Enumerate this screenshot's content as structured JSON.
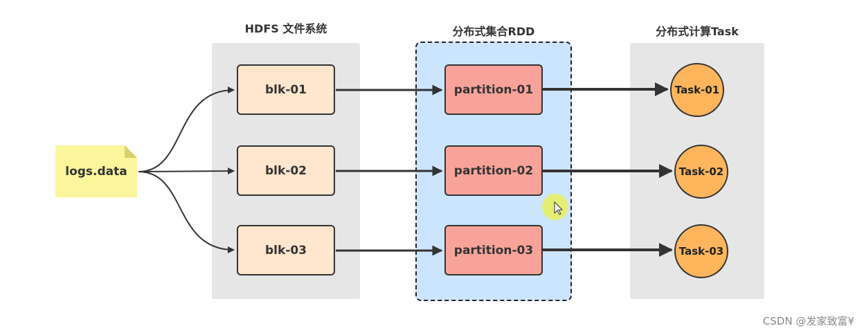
{
  "columns": {
    "hdfs_title": "HDFS 文件系统",
    "rdd_title": "分布式集合RDD",
    "task_title": "分布式计算Task"
  },
  "source_file": "logs.data",
  "blocks": [
    "blk-01",
    "blk-02",
    "blk-03"
  ],
  "partitions": [
    "partition-01",
    "partition-02",
    "partition-03"
  ],
  "tasks": [
    "Task-01",
    "Task-02",
    "Task-03"
  ],
  "watermark": "CSDN @发家致富¥",
  "colors": {
    "file": "#fbf59c",
    "block": "#ffe6cc",
    "partition": "#f8a39a",
    "rdd_panel": "#cce5ff",
    "task": "#ffb55c",
    "panel": "#e6e6e6"
  }
}
